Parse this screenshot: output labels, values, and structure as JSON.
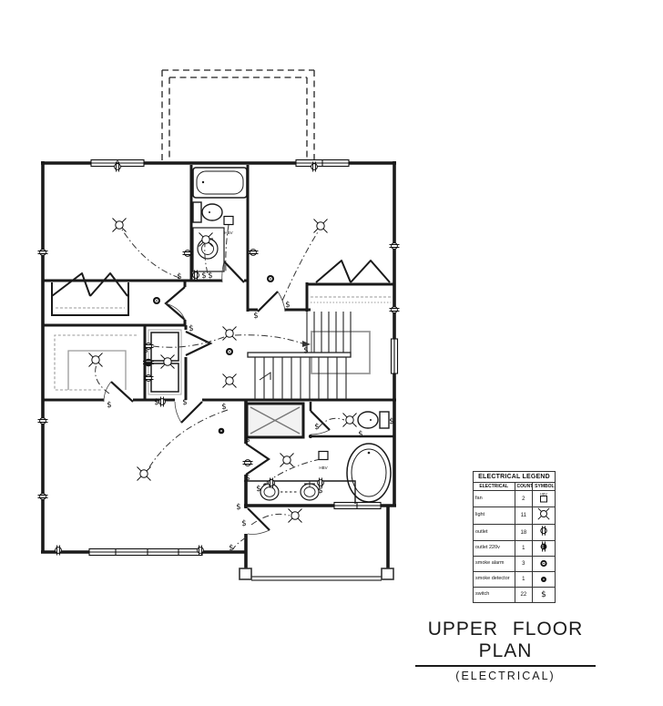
{
  "title": {
    "main": "UPPER FLOOR PLAN",
    "sub": "(ELECTRICAL)"
  },
  "legend": {
    "title": "ELECTRICAL LEGEND",
    "columns": [
      "ELECTRICAL",
      "COUNT",
      "SYMBOL"
    ],
    "rows": [
      {
        "name": "fan",
        "count": "2",
        "symbol": "fan-box"
      },
      {
        "name": "light",
        "count": "11",
        "symbol": "light-fixture"
      },
      {
        "name": "outlet",
        "count": "18",
        "symbol": "duplex-outlet"
      },
      {
        "name": "outlet 220v",
        "count": "1",
        "symbol": "outlet-220v"
      },
      {
        "name": "smoke alarm",
        "count": "3",
        "symbol": "smoke-alarm"
      },
      {
        "name": "smoke detector",
        "count": "1",
        "symbol": "smoke-detector"
      },
      {
        "name": "switch",
        "count": "22",
        "symbol": "switch"
      }
    ]
  },
  "plan": {
    "fan_label": "HBV",
    "switch_glyph": "$",
    "line_color": "#1a1a1a",
    "gray_color": "#9a9a9a"
  }
}
